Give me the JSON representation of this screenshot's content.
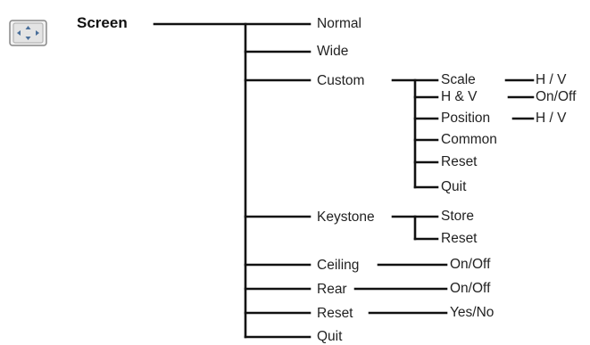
{
  "menu": {
    "title": "Screen",
    "icon": "screen-adjust-icon",
    "items": {
      "normal": "Normal",
      "wide": "Wide",
      "custom": "Custom",
      "keystone": "Keystone",
      "ceiling": "Ceiling",
      "rear": "Rear",
      "reset": "Reset",
      "quit": "Quit"
    },
    "custom_sub": {
      "scale": "Scale",
      "hv": "H & V",
      "position": "Position",
      "common": "Common",
      "reset": "Reset",
      "quit": "Quit"
    },
    "custom_values": {
      "scale": "H / V",
      "hv": "On/Off",
      "position": "H / V"
    },
    "keystone_sub": {
      "store": "Store",
      "reset": "Reset"
    },
    "values": {
      "ceiling": "On/Off",
      "rear": "On/Off",
      "reset": "Yes/No"
    }
  },
  "colors": {
    "line": "#111111",
    "text": "#222222"
  }
}
